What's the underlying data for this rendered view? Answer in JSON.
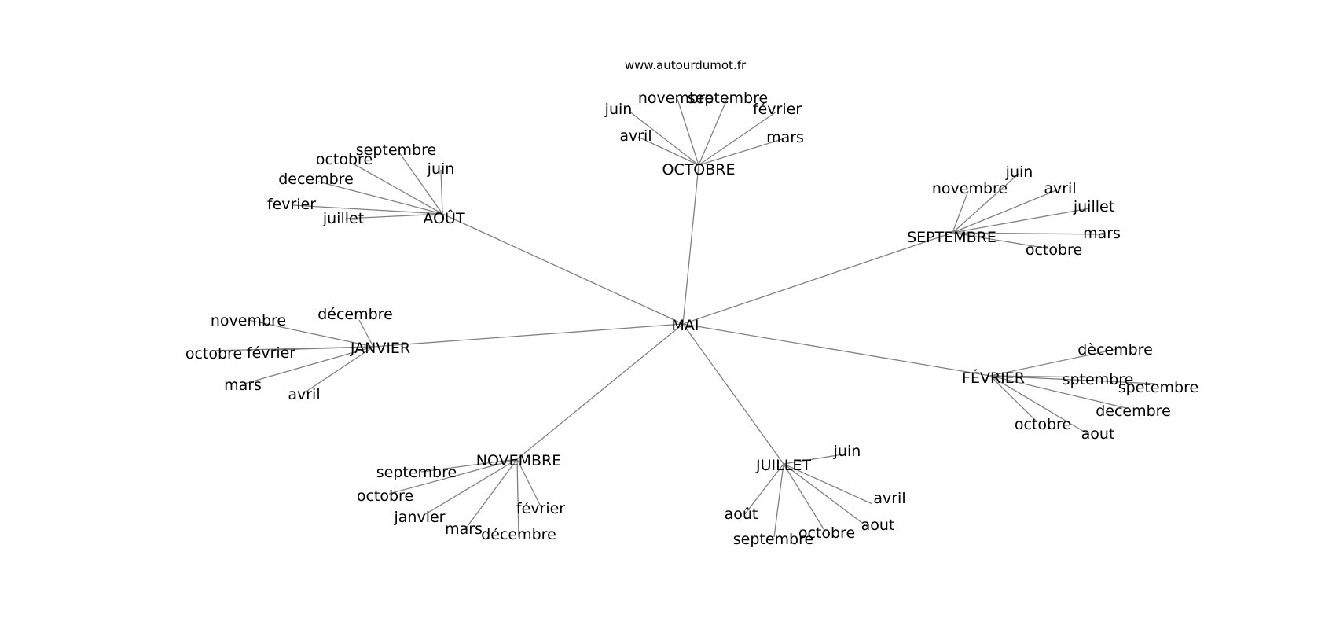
{
  "source": "www.autourdumot.fr",
  "colors": {
    "edge": "#808080",
    "text": "#000000",
    "background": "#ffffff"
  },
  "graph": {
    "root": "MAI",
    "groups": [
      {
        "label": "OCTOBRE",
        "words": [
          "juin",
          "novembre",
          "septembre",
          "février",
          "avril",
          "mars"
        ]
      },
      {
        "label": "AOÛT",
        "words": [
          "septembre",
          "octobre",
          "juin",
          "decembre",
          "fevrier",
          "juillet"
        ]
      },
      {
        "label": "SEPTEMBRE",
        "words": [
          "juin",
          "novembre",
          "avril",
          "juillet",
          "mars",
          "octobre"
        ]
      },
      {
        "label": "JANVIER",
        "words": [
          "novembre",
          "décembre",
          "octobre",
          "février",
          "mars",
          "avril"
        ]
      },
      {
        "label": "FÉVRIER",
        "words": [
          "dècembre",
          "sptembre",
          "spetembre",
          "decembre",
          "octobre",
          "aout"
        ]
      },
      {
        "label": "NOVEMBRE",
        "words": [
          "septembre",
          "octobre",
          "janvier",
          "mars",
          "décembre",
          "février"
        ]
      },
      {
        "label": "JUILLET",
        "words": [
          "juin",
          "avril",
          "août",
          "aout",
          "octobre",
          "septembre"
        ]
      }
    ]
  }
}
